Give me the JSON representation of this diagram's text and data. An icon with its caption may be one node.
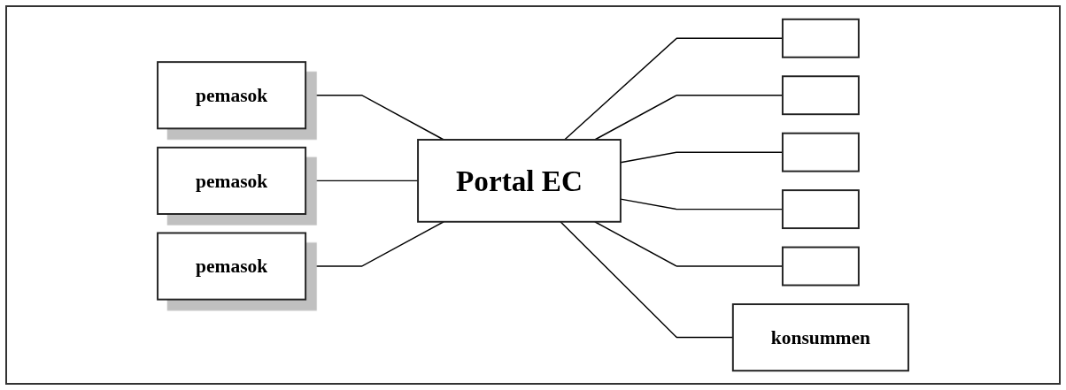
{
  "diagram": {
    "nodes": [
      {
        "text": [
          "pemasok"
        ]
      },
      {
        "text": [
          "pemasok"
        ]
      },
      {
        "text": [
          "pemasok"
        ]
      },
      {
        "text": [
          "Portal EC"
        ]
      },
      {
        "text": [],
        "shape": "box"
      },
      {
        "text": [],
        "shape": "box"
      },
      {
        "text": [],
        "shape": "box"
      },
      {
        "text": [],
        "shape": "box"
      },
      {
        "text": [],
        "shape": "box"
      },
      {
        "text": [
          "konsummen"
        ]
      }
    ],
    "edges": [
      {
        "from": 0,
        "to": 3,
        "arrow": "none"
      },
      {
        "from": 1,
        "to": 3,
        "arrow": "none"
      },
      {
        "from": 2,
        "to": 3,
        "arrow": "none"
      },
      {
        "from": 3,
        "to": 4,
        "arrow": "none"
      },
      {
        "from": 3,
        "to": 5,
        "arrow": "none"
      },
      {
        "from": 3,
        "to": 6,
        "arrow": "none"
      },
      {
        "from": 3,
        "to": 7,
        "arrow": "none"
      },
      {
        "from": 3,
        "to": 8,
        "arrow": "none"
      },
      {
        "from": 3,
        "to": 9,
        "arrow": "none"
      }
    ]
  }
}
